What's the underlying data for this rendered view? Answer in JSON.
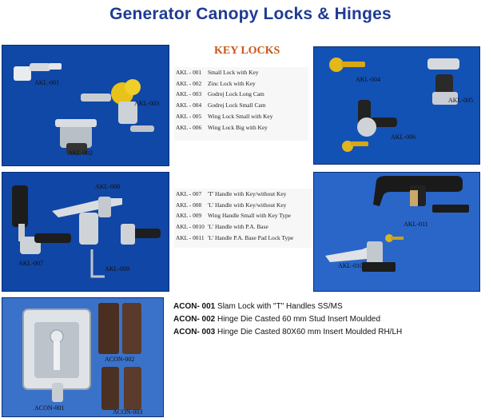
{
  "title": "Generator Canopy Locks & Hinges",
  "key_locks": {
    "heading": "KEY LOCKS",
    "group1": [
      {
        "code": "AKL - 001",
        "desc": "Small Lock with Key"
      },
      {
        "code": "AKL - 002",
        "desc": "Zinc Lock with Key"
      },
      {
        "code": "AKL - 003",
        "desc": "Godrej Lock Long Cam"
      },
      {
        "code": "AKL - 004",
        "desc": "Godrej Lock Small Cam"
      },
      {
        "code": "AKL - 005",
        "desc": "Wing Lock Small with Key"
      },
      {
        "code": "AKL - 006",
        "desc": "Wing Lock Big with Key"
      }
    ],
    "group2": [
      {
        "code": "AKL - 007",
        "desc": "'T' Handle with Key/without Key"
      },
      {
        "code": "AKL - 008",
        "desc": "'L' Handle with Key/without Key"
      },
      {
        "code": "AKL - 009",
        "desc": "Wing Handle Small with Key Type"
      },
      {
        "code": "AKL - 0010",
        "desc": "'L' Handle with P.A. Base"
      },
      {
        "code": "AKL - 0011",
        "desc": "'L' Handle P.A. Base Pad Lock Type"
      }
    ]
  },
  "photo_labels": {
    "p1": [
      "AKL-001",
      "AKL-003",
      "AKL-002"
    ],
    "p2": [
      "AKL-004",
      "AKL-005",
      "AKL-006"
    ],
    "p3": [
      "AKL-008",
      "AKL-007",
      "AKL-009"
    ],
    "p4": [
      "AKL-011",
      "AKL-010"
    ],
    "p5": [
      "ACON-002",
      "ACON-001",
      "ACON-003"
    ]
  },
  "acon": [
    {
      "code": "ACON- 001",
      "desc": "Slam Lock with \"T\" Handles SS/MS"
    },
    {
      "code": "ACON- 002",
      "desc": "Hinge Die Casted 60 mm Stud Insert Moulded"
    },
    {
      "code": "ACON- 003",
      "desc": "Hinge Die Casted 80X60 mm Insert Moulded RH/LH"
    }
  ]
}
